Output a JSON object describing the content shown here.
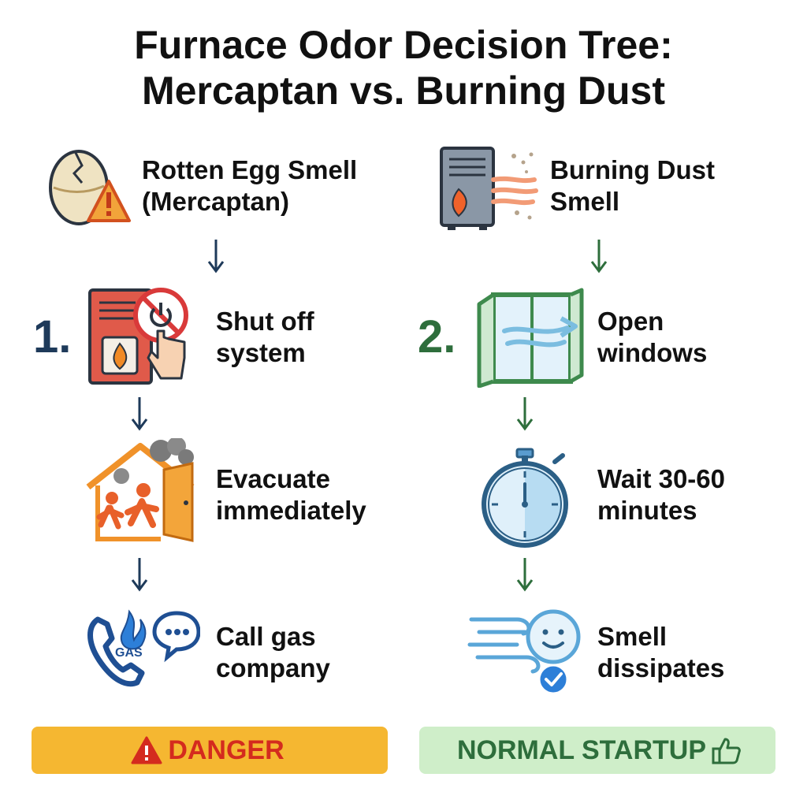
{
  "title": {
    "line1": "Furnace Odor Decision Tree:",
    "line2": "Mercaptan vs. Burning Dust"
  },
  "left": {
    "header": {
      "line1": "Rotten Egg Smell",
      "line2": "(Mercaptan)"
    },
    "number": "1.",
    "steps": [
      {
        "line1": "Shut off",
        "line2": "system"
      },
      {
        "line1": "Evacuate",
        "line2": "immediately"
      },
      {
        "line1": "Call gas",
        "line2": "company"
      }
    ],
    "gas_icon_text": "GAS",
    "banner": "DANGER"
  },
  "right": {
    "header": {
      "line1": "Burning Dust",
      "line2": "Smell"
    },
    "number": "2.",
    "steps": [
      {
        "line1": "Open",
        "line2": "windows"
      },
      {
        "line1": "Wait 30-60",
        "line2": "minutes"
      },
      {
        "line1": "Smell",
        "line2": "dissipates"
      }
    ],
    "banner": "NORMAL STARTUP"
  },
  "colors": {
    "danger_banner": "#f5b731",
    "danger_text": "#d42b1e",
    "normal_banner": "#cfeec9",
    "normal_text": "#2e6e3c",
    "left_arrow": "#1e3a5a",
    "right_arrow": "#2e6e3c",
    "left_number": "#1e3a5a",
    "right_number": "#2e6e3c"
  }
}
